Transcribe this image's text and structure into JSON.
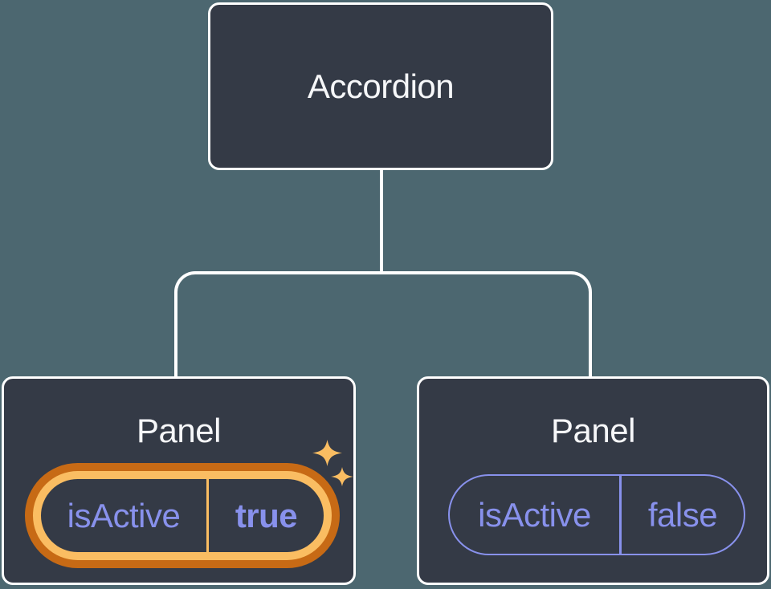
{
  "diagram": {
    "description": "Component tree: Accordion root with two Panel children and isActive props",
    "root": {
      "label": "Accordion"
    },
    "children": [
      {
        "label": "Panel",
        "prop": {
          "name": "isActive",
          "value": "true"
        },
        "highlighted": true,
        "sparkles": true
      },
      {
        "label": "Panel",
        "prop": {
          "name": "isActive",
          "value": "false"
        },
        "highlighted": false,
        "sparkles": false
      }
    ]
  },
  "colors": {
    "background": "#4C6770",
    "card": "#343A46",
    "card_border": "#FFFFFF",
    "connector": "#FFFFFF",
    "title_text": "#F6F7F9",
    "prop_text": "#8891EC",
    "highlight_outer": "#C76A15",
    "highlight_inner": "#FABD62",
    "sparkle": "#FABD62"
  }
}
